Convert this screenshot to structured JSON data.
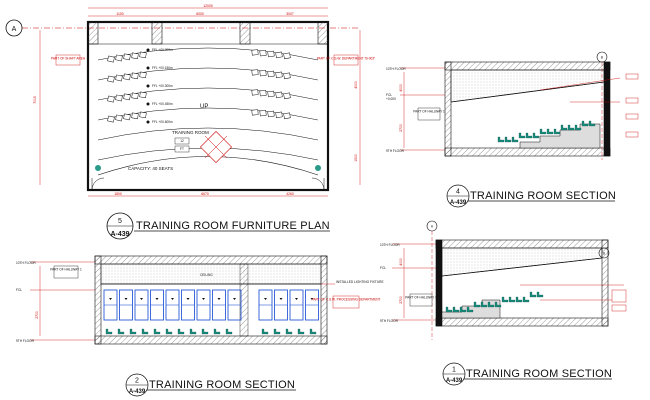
{
  "plan": {
    "grid_bubble": "A",
    "total_dim": "12000",
    "left_dim": "1100",
    "mid_dim": "6000",
    "right_dim": "3007",
    "bottom_left_dim": "1800",
    "bottom_mid_dim": "6670",
    "bottom_right_dim": "4260",
    "side_dim_left": "7015",
    "side_dim_right": "4000",
    "side_dim_right_b": "1500",
    "part_left": "PART OF\nSHAFT AREA",
    "part_right": "PART OF C.S.W.\nDEPARTMENT \"B-003\"",
    "row_levels": [
      "FFL +00.000m",
      "FFL +00.150m",
      "FFL +00.300m",
      "FFL +00.450m",
      "FFL +00.600m"
    ],
    "up_label": "UP",
    "room_name": "TRAINING ROOM",
    "room_tag_a": "12",
    "room_tag_b": "FT",
    "capacity": "CAPACITY: 40 SEATS"
  },
  "labels": {
    "plan_num": "5",
    "plan_title": "TRAINING ROOM FURNITURE PLAN",
    "plan_sheet": "A-439",
    "sec4_num": "4",
    "sec4_title": "TRAINING ROOM SECTION",
    "sec4_sheet": "A-439",
    "sec2_num": "2",
    "sec2_title": "TRAINING ROOM SECTION",
    "sec2_sheet": "A-439",
    "sec1_num": "1",
    "sec1_title": "TRAINING ROOM SECTION",
    "sec1_sheet": "A-439"
  },
  "sec4": {
    "grid_bubble": "B",
    "levels": [
      "10TH FLOOR",
      "FCL",
      "+0.000",
      "9TH FLOOR"
    ],
    "part_of": "PART OF\nHALLWAY 1",
    "dim_a": "4000",
    "dim_b": "2700"
  },
  "sec2": {
    "levels": [
      "10TH FLOOR",
      "FCL",
      "9TH FLOOR"
    ],
    "part_of": "PART OF\nHALLWAY 1",
    "ceiling": "CEILING",
    "note_right": "INSTALLED\nLIGHTING\nFIXTURE",
    "part_right": "PART OF C.S.W.\nPROCESSING\nDEPARTMENT",
    "dim_a": "2700"
  },
  "sec1": {
    "grid_bubble": "A",
    "grid_bubble_b": "B",
    "levels": [
      "10TH FLOOR",
      "FCL",
      "9TH FLOOR"
    ],
    "part_of": "PART OF\nHALLWAY 1",
    "dim_a": "4000",
    "dim_b": "2700"
  },
  "colors": {
    "line": "#111111",
    "red": "#cc0000",
    "seat_green": "#1a8a7a",
    "glass_blue": "#2a5ad8",
    "tile": "#7a4a30"
  }
}
